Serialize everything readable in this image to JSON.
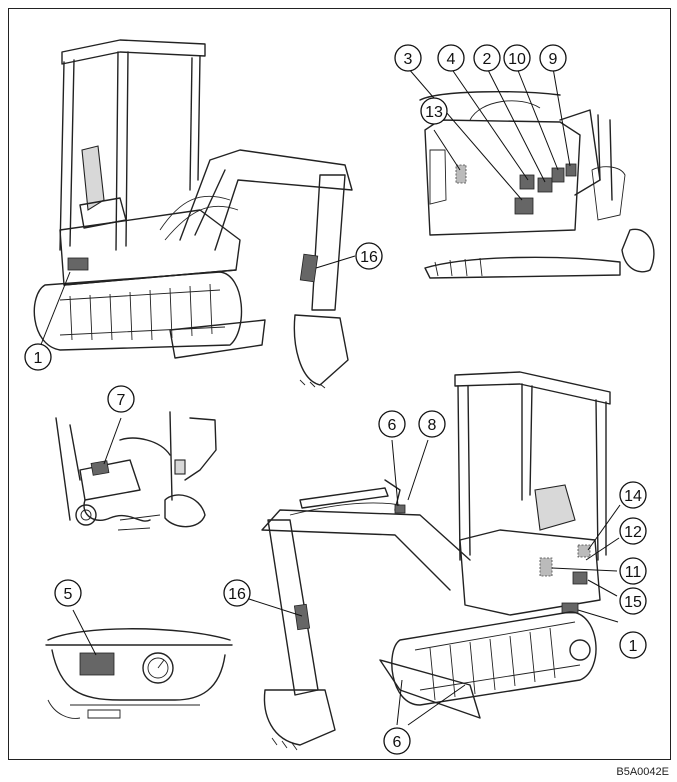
{
  "figure_code": "B5A0042E",
  "callouts": [
    {
      "id": "c1a",
      "label": "1"
    },
    {
      "id": "c16a",
      "label": "16"
    },
    {
      "id": "c3",
      "label": "3"
    },
    {
      "id": "c4",
      "label": "4"
    },
    {
      "id": "c2",
      "label": "2"
    },
    {
      "id": "c10",
      "label": "10"
    },
    {
      "id": "c9",
      "label": "9"
    },
    {
      "id": "c13",
      "label": "13"
    },
    {
      "id": "c7",
      "label": "7"
    },
    {
      "id": "c6a",
      "label": "6"
    },
    {
      "id": "c8",
      "label": "8"
    },
    {
      "id": "c14",
      "label": "14"
    },
    {
      "id": "c12",
      "label": "12"
    },
    {
      "id": "c11",
      "label": "11"
    },
    {
      "id": "c15",
      "label": "15"
    },
    {
      "id": "c1b",
      "label": "1"
    },
    {
      "id": "c16b",
      "label": "16"
    },
    {
      "id": "c5",
      "label": "5"
    },
    {
      "id": "c6b",
      "label": "6"
    }
  ]
}
